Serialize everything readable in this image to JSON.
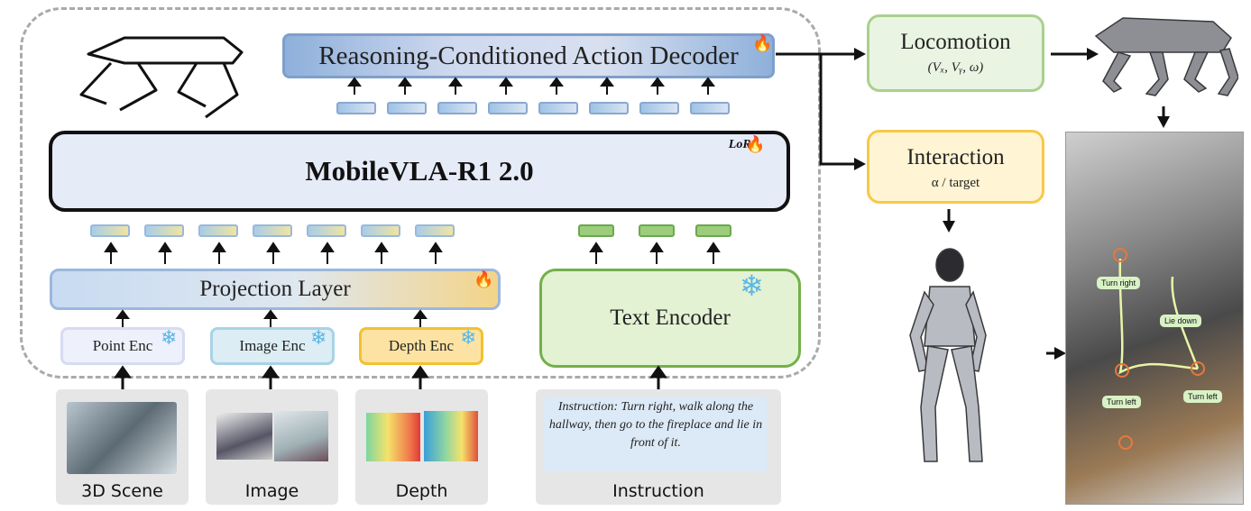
{
  "decoder": {
    "label": "Reasoning-Conditioned Action Decoder"
  },
  "vla": {
    "label": "MobileVLA-R1 2.0",
    "lora": "LoRA"
  },
  "projection": {
    "label": "Projection Layer"
  },
  "encoders": {
    "point": "Point Enc",
    "image": "Image Enc",
    "depth": "Depth Enc",
    "text": "Text Encoder"
  },
  "inputs": {
    "scene": "3D Scene",
    "image": "Image",
    "depth": "Depth",
    "instruction": "Instruction",
    "instruction_text": "Instruction: Turn right, walk along the hallway, then go to the fireplace and lie in front of it."
  },
  "locomotion": {
    "title": "Locomotion",
    "vars": "(Vₓ, Vᵧ, ω)"
  },
  "interaction": {
    "title": "Interaction",
    "vars": "α / target"
  },
  "scene_tags": {
    "turn_right": "Turn right",
    "lie_down": "Lie down",
    "turn_left_1": "Turn left",
    "turn_left_2": "Turn left"
  },
  "colors": {
    "frozen": "#5ab6e6",
    "trainable": "#e0592a",
    "locomotion": "#a9d18e",
    "interaction": "#f7c948"
  }
}
